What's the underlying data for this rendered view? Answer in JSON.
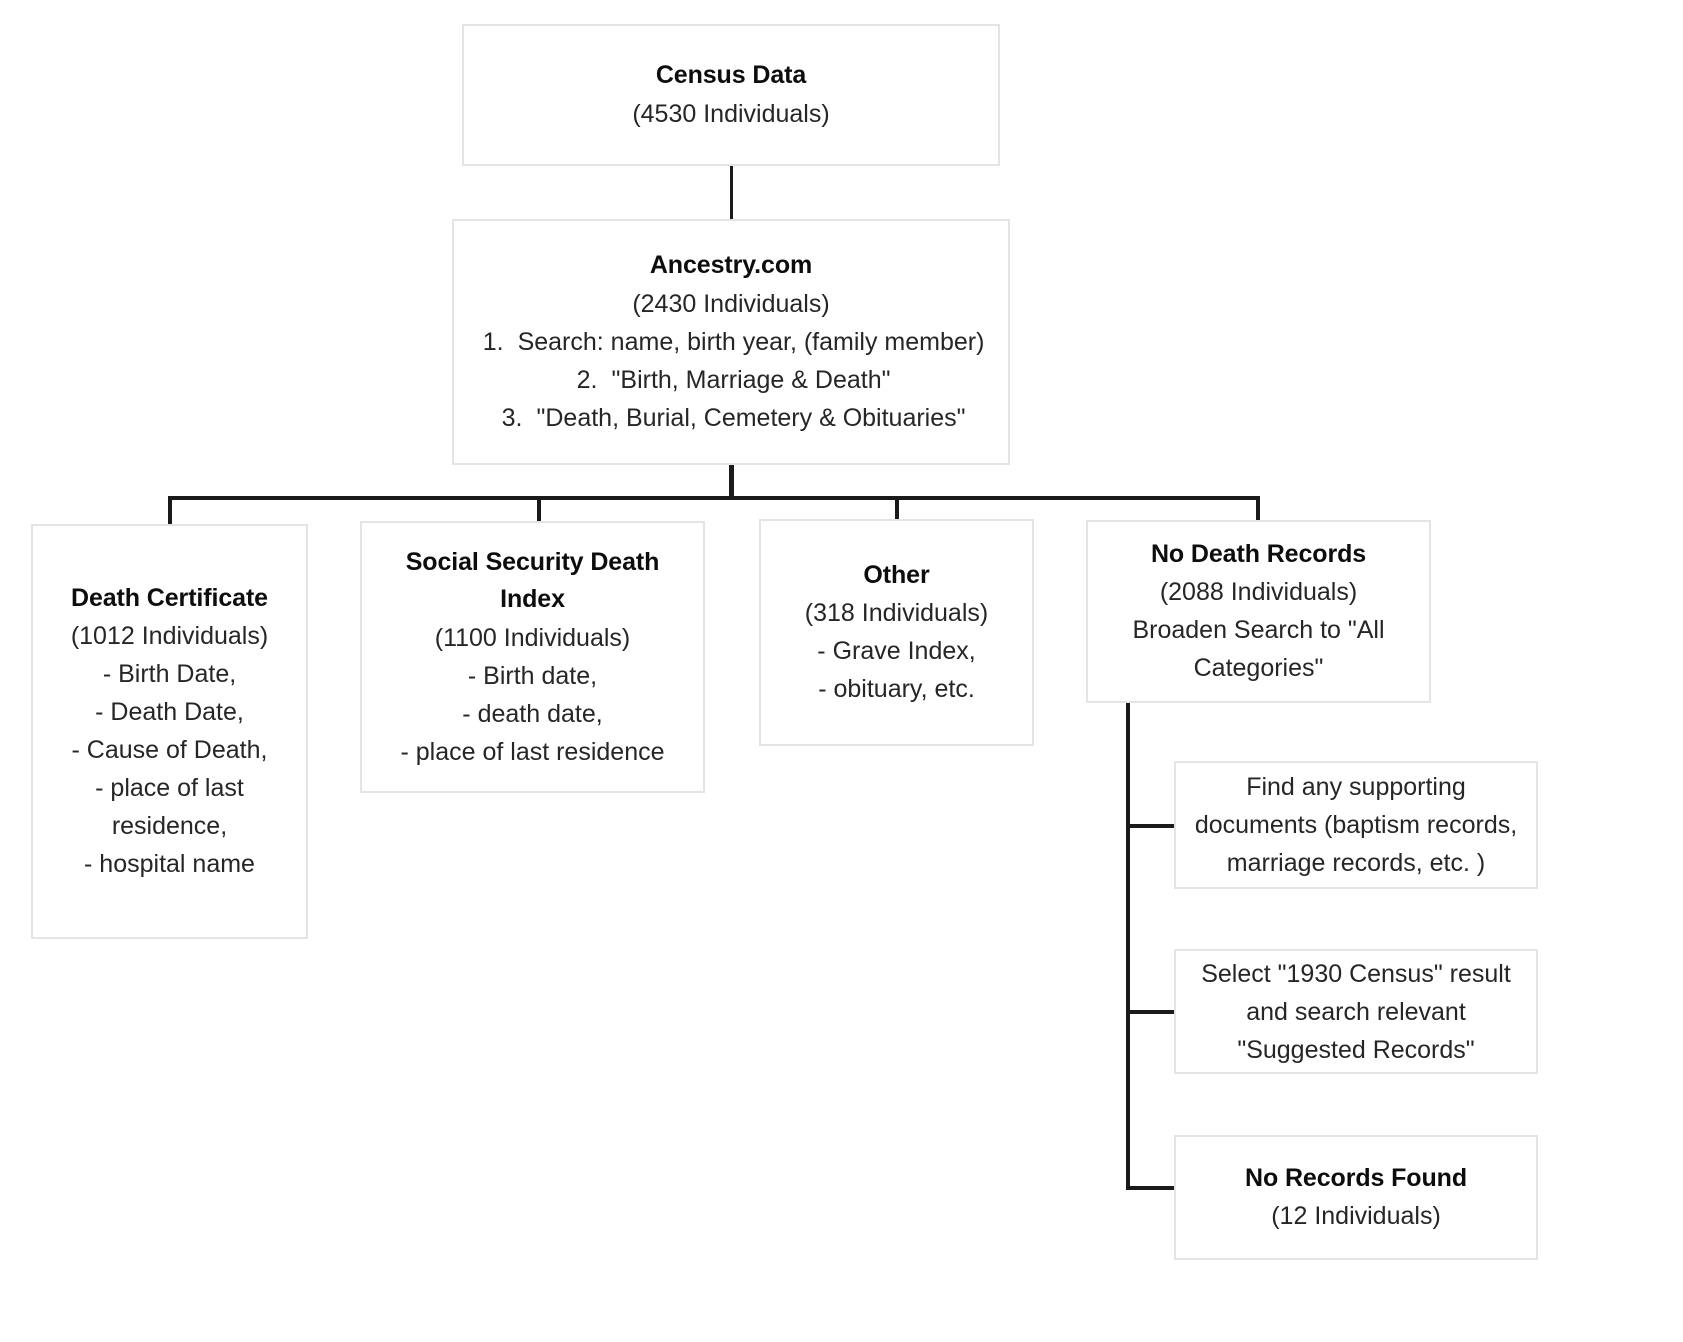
{
  "diagram": {
    "title": "Census data death record search flowchart",
    "border_color": "#e4e4e4",
    "connector_color": "#1a1a1a",
    "text_color": "#262626"
  },
  "nodes": {
    "census": {
      "title": "Census Data",
      "count": "(4530 Individuals)"
    },
    "ancestry": {
      "title": "Ancestry.com",
      "count": "(2430 Individuals)",
      "steps": [
        {
          "num": "1.",
          "text": "Search: name, birth year, (family member)"
        },
        {
          "num": "2.",
          "text": "\"Birth, Marriage & Death\""
        },
        {
          "num": "3.",
          "text": "\"Death, Burial, Cemetery & Obituaries\""
        }
      ]
    },
    "death_certificate": {
      "title": "Death Certificate",
      "count": "(1012 Individuals)",
      "items": [
        "- Birth Date,",
        "- Death Date,",
        "- Cause of Death,",
        "- place of last residence,",
        "- hospital name"
      ]
    },
    "ssdi": {
      "title": "Social Security Death Index",
      "count": "(1100 Individuals)",
      "items": [
        "- Birth date,",
        "- death date,",
        "- place of last residence"
      ]
    },
    "other": {
      "title": "Other",
      "count": "(318 Individuals)",
      "items": [
        "- Grave Index,",
        "- obituary, etc."
      ]
    },
    "no_death_records": {
      "title": "No Death Records",
      "count": "(2088 Individuals)",
      "action": "Broaden Search to \"All Categories\""
    },
    "supporting_documents": {
      "text": "Find any supporting documents (baptism records, marriage records, etc. )"
    },
    "select_1930_census": {
      "text": "Select \"1930 Census\" result and search relevant \"Suggested Records\""
    },
    "no_records_found": {
      "title": "No Records Found",
      "count": "(12 Individuals)"
    }
  }
}
